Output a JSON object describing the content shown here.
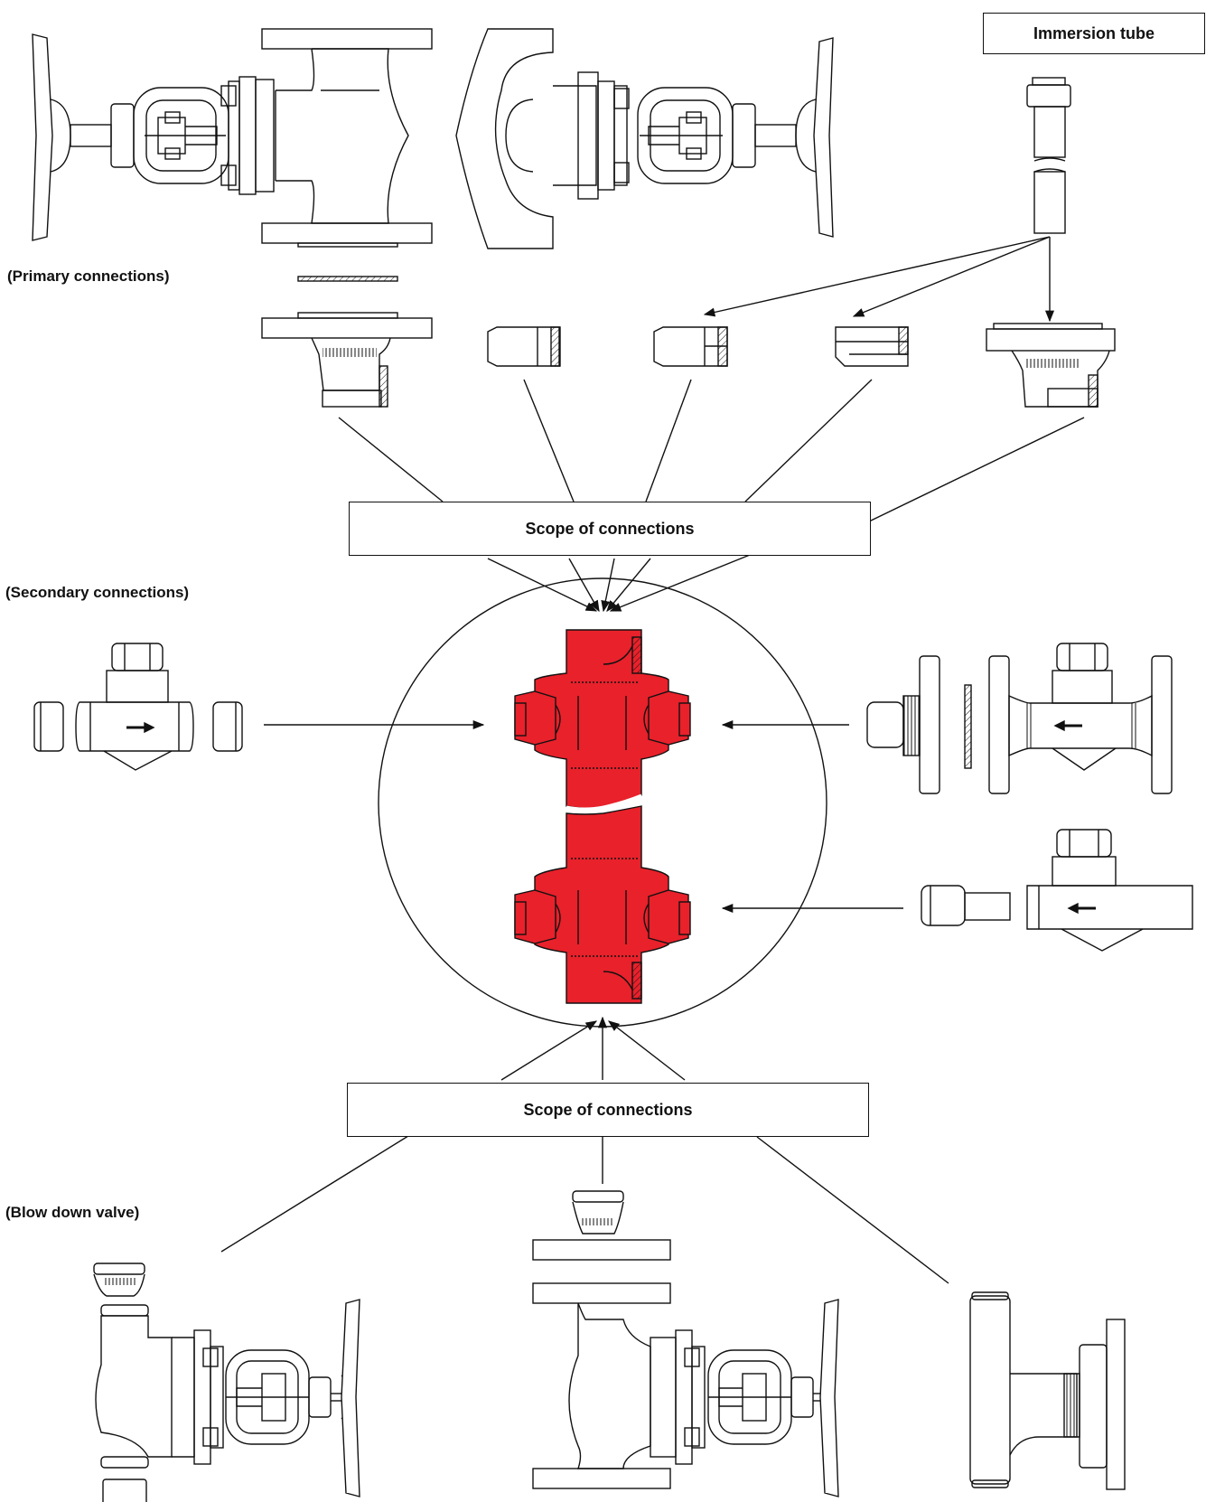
{
  "labels": {
    "immersion_tube": "Immersion tube",
    "primary_connections": "(Primary connections)",
    "secondary_connections": "(Secondary connections)",
    "blow_down_valve": "(Blow down valve)",
    "scope_top": "Scope of connections",
    "scope_bottom": "Scope of connections"
  },
  "colors": {
    "highlight": "#e8212b",
    "line": "#111111",
    "background": "#ffffff"
  }
}
